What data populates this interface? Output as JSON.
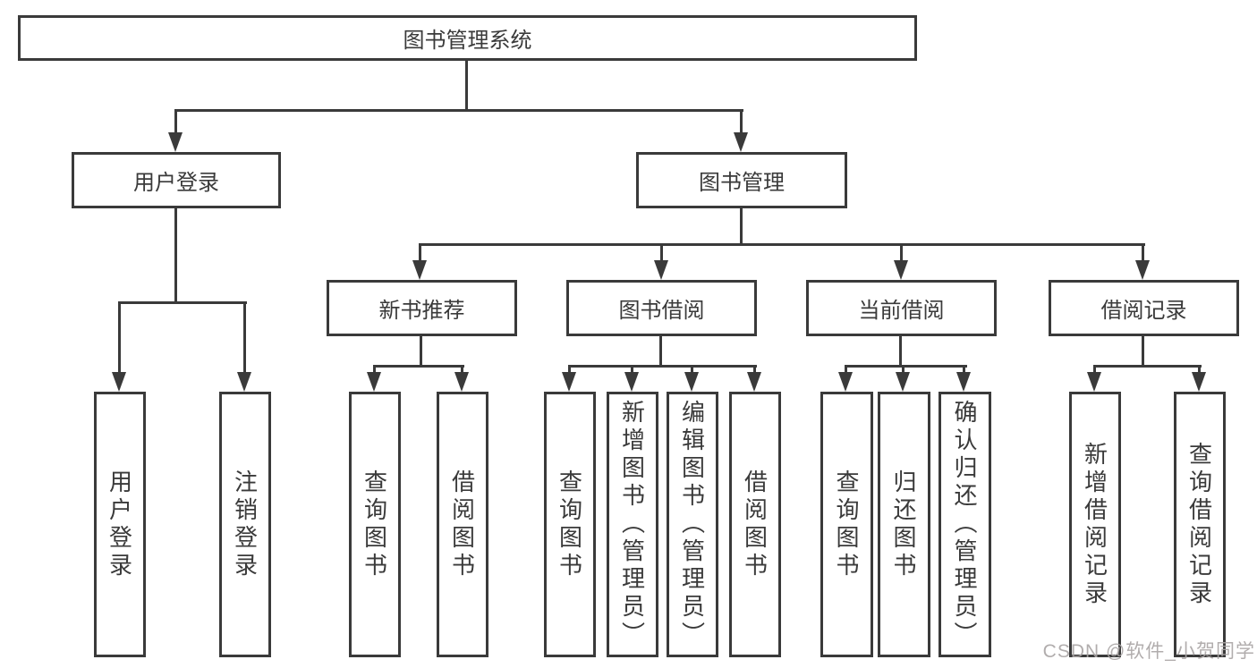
{
  "diagram": {
    "root": {
      "label": "图书管理系统"
    },
    "branches": [
      {
        "label": "用户登录",
        "children": [
          {
            "label": "用户登录"
          },
          {
            "label": "注销登录"
          }
        ]
      },
      {
        "label": "图书管理",
        "groups": [
          {
            "label": "新书推荐",
            "children": [
              {
                "label": "查询图书"
              },
              {
                "label": "借阅图书"
              }
            ]
          },
          {
            "label": "图书借阅",
            "children": [
              {
                "label": "查询图书"
              },
              {
                "label": "新增图书（管理员）"
              },
              {
                "label": "编辑图书（管理员）"
              },
              {
                "label": "借阅图书"
              }
            ]
          },
          {
            "label": "当前借阅",
            "children": [
              {
                "label": "查询图书"
              },
              {
                "label": "归还图书"
              },
              {
                "label": "确认归还（管理员）"
              }
            ]
          },
          {
            "label": "借阅记录",
            "children": [
              {
                "label": "新增借阅记录"
              },
              {
                "label": "查询借阅记录"
              }
            ]
          }
        ]
      }
    ]
  },
  "colors": {
    "line": "#3a3a3a",
    "box_background": "#ffffff",
    "watermark": "#a8a4a4"
  },
  "watermark": {
    "text": "CSDN @软件_小贺同学"
  }
}
